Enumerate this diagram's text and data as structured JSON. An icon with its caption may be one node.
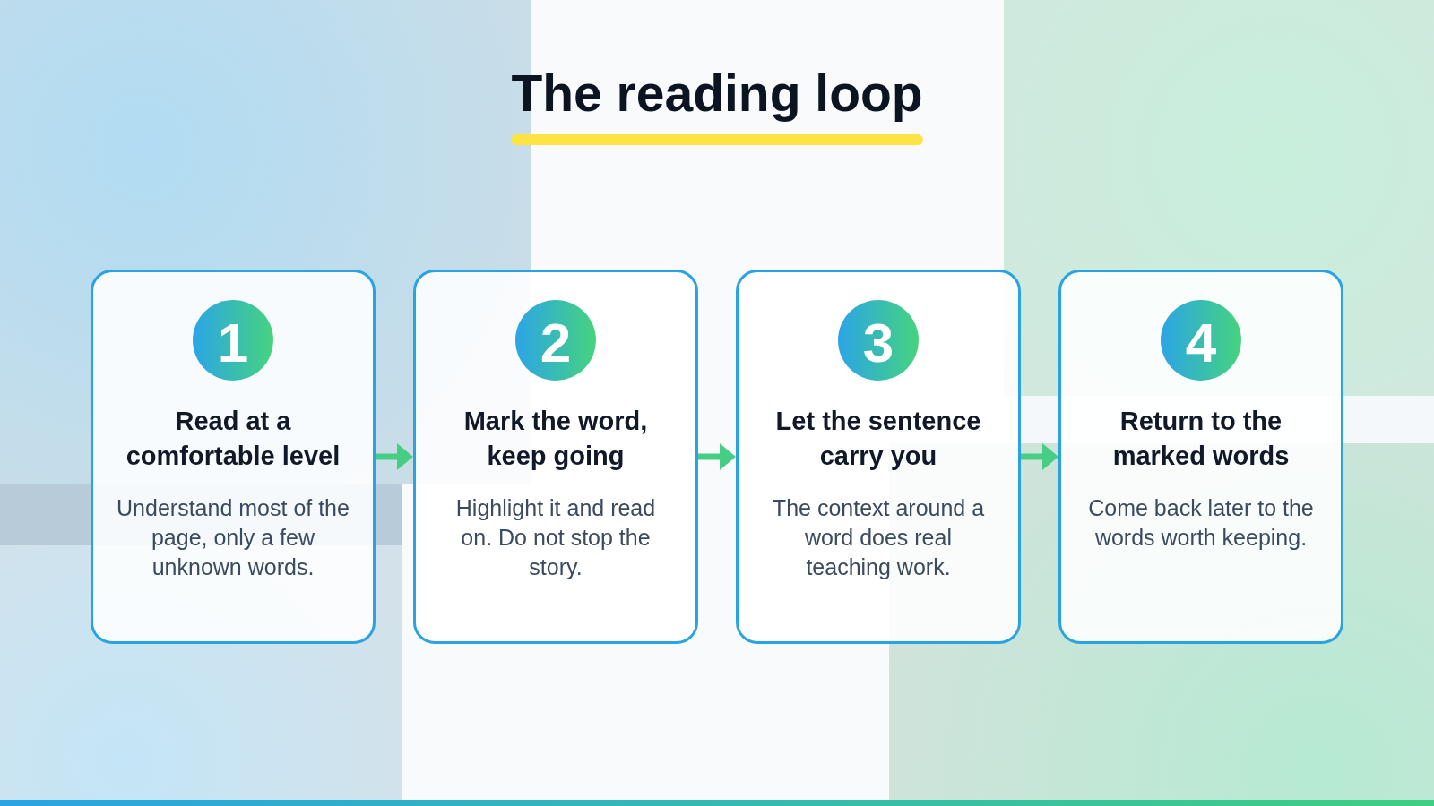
{
  "diagram": {
    "title": "The reading loop",
    "nodes": [
      {
        "text": [
          "Read at a comfortable level",
          "Understand most of the page, only a few unknown words."
        ]
      },
      {
        "text": [
          "1"
        ],
        "in": 0
      },
      {
        "text": [
          "Mark the word, keep going",
          "Highlight it and read on. Do not stop the story."
        ]
      },
      {
        "text": [
          "2"
        ],
        "in": 2
      },
      {
        "text": [
          "Let the sentence carry you",
          "The context around a word does real teaching work."
        ]
      },
      {
        "text": [
          "3"
        ],
        "in": 4
      },
      {
        "text": [
          "Return to the marked words",
          "Come back later to the words worth keeping."
        ]
      },
      {
        "text": [
          "4"
        ],
        "in": 6
      }
    ],
    "edges": [
      {
        "from": 0,
        "to": 2,
        "arrow": "to"
      },
      {
        "from": 2,
        "to": 4,
        "arrow": "to"
      },
      {
        "from": 4,
        "to": 6,
        "arrow": "to"
      }
    ]
  }
}
